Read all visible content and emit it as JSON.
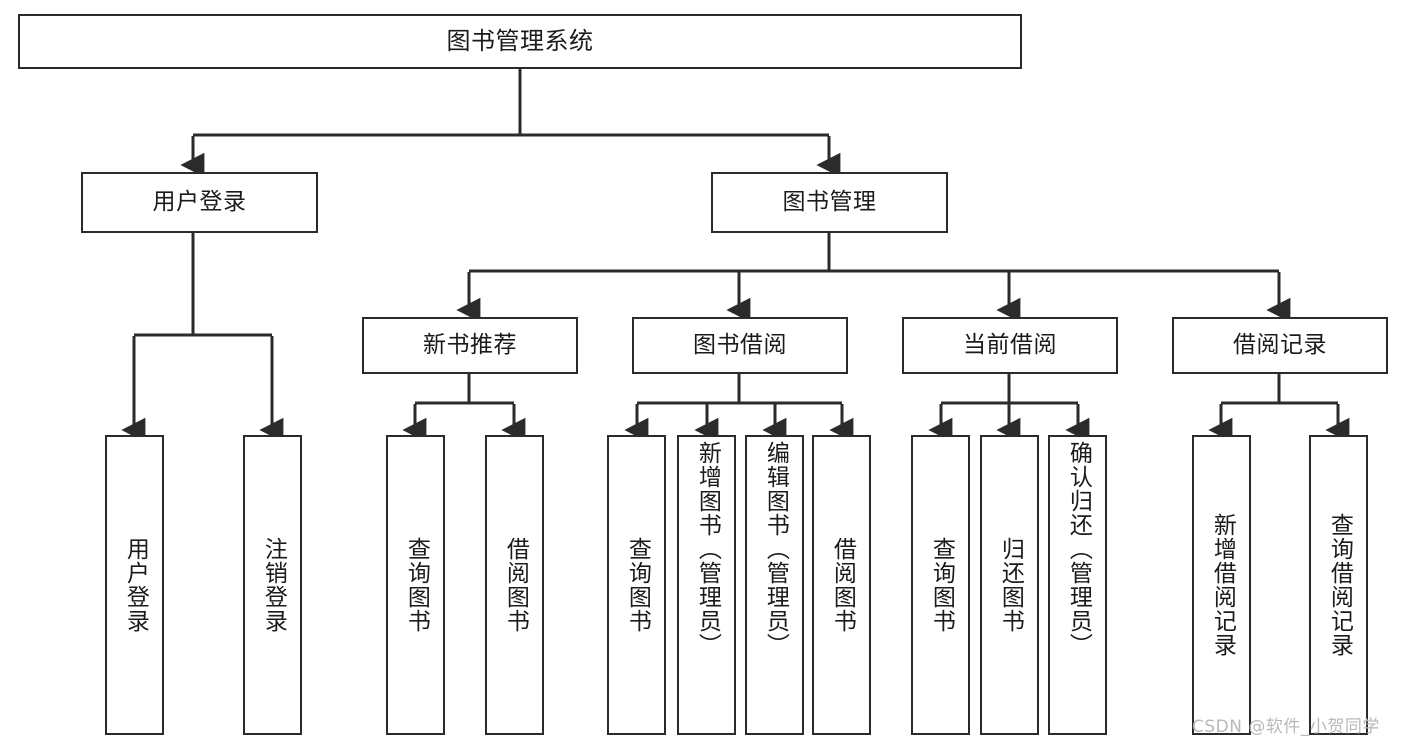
{
  "diagram": {
    "title": "图书管理系统",
    "style": {
      "stroke": "#2b2b2b",
      "fill": "#ffffff",
      "text": "#1b1b1b",
      "watermark_color": "#b9b9b9"
    },
    "root": {
      "id": "root",
      "label": "图书管理系统"
    },
    "level2": [
      {
        "id": "user-login",
        "label": "用户登录"
      },
      {
        "id": "book-manage",
        "label": "图书管理"
      }
    ],
    "level3": [
      {
        "id": "new-book-recommend",
        "label": "新书推荐"
      },
      {
        "id": "book-borrow",
        "label": "图书借阅"
      },
      {
        "id": "current-borrow",
        "label": "当前借阅"
      },
      {
        "id": "borrow-record",
        "label": "借阅记录"
      }
    ],
    "leaves": {
      "user_login": [
        {
          "id": "leaf-user-login",
          "label": "用户登录"
        },
        {
          "id": "leaf-logout-login",
          "label": "注销登录"
        }
      ],
      "new_book_recommend": [
        {
          "id": "leaf-query-book-1",
          "label": "查询图书"
        },
        {
          "id": "leaf-borrow-book-1",
          "label": "借阅图书"
        }
      ],
      "book_borrow": [
        {
          "id": "leaf-query-book-2",
          "label": "查询图书"
        },
        {
          "id": "leaf-add-book",
          "label": "新增图书（管理员）"
        },
        {
          "id": "leaf-edit-book",
          "label": "编辑图书（管理员）"
        },
        {
          "id": "leaf-borrow-book-2",
          "label": "借阅图书"
        }
      ],
      "current_borrow": [
        {
          "id": "leaf-query-book-3",
          "label": "查询图书"
        },
        {
          "id": "leaf-return-book",
          "label": "归还图书"
        },
        {
          "id": "leaf-confirm-return",
          "label": "确认归还（管理员）"
        }
      ],
      "borrow_record": [
        {
          "id": "leaf-add-record",
          "label": "新增借阅记录"
        },
        {
          "id": "leaf-query-record",
          "label": "查询借阅记录"
        }
      ]
    },
    "watermark": "CSDN @软件_小贺同学"
  }
}
